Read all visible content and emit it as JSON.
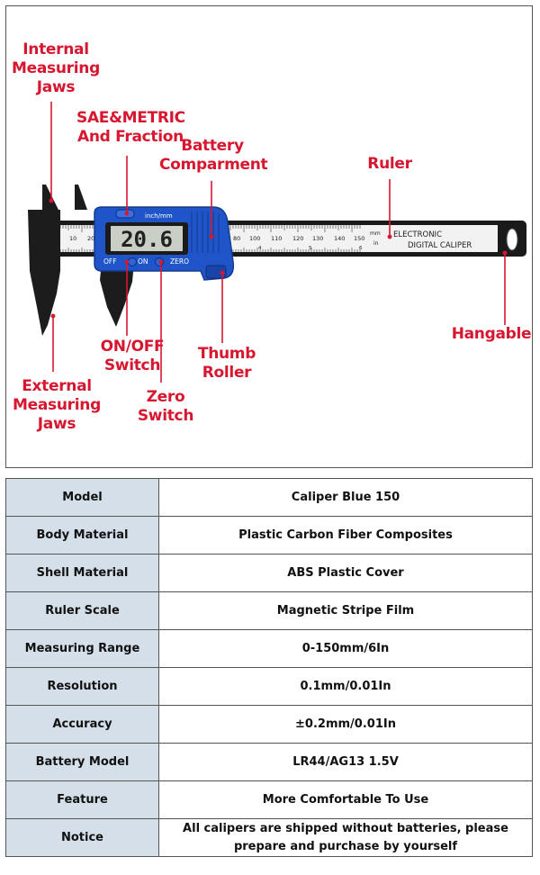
{
  "labels": {
    "internal_jaws": "Internal\nMeasuring\nJaws",
    "sae_metric": "SAE&METRIC\nAnd Fraction",
    "battery": "Battery\nComparment",
    "ruler": "Ruler",
    "hangable": "Hangable",
    "on_off": "ON/OFF\nSwitch",
    "thumb_roller": "Thumb\nRoller",
    "zero_switch": "Zero\nSwitch",
    "external_jaws": "External\nMeasuring\nJaws"
  },
  "caliper": {
    "display_reading": "20.6",
    "unit_button": "inch/mm",
    "off_label": "OFF",
    "on_label": "ON",
    "zero_label": "ZERO",
    "brand_line1": "ELECTRONIC",
    "brand_line2": "DIGITAL CALIPER",
    "mm_label": "mm",
    "in_label": "in",
    "scale_mm": [
      "10",
      "20",
      "80",
      "100",
      "110",
      "120",
      "130",
      "140",
      "150"
    ],
    "scale_in": [
      "4",
      "5",
      "6"
    ]
  },
  "colors": {
    "callout": "#d7172f",
    "body_blue": "#1f55c8",
    "key_cell": "#d4dfe9"
  },
  "specs": [
    {
      "key": "Model",
      "value": "Caliper Blue 150"
    },
    {
      "key": "Body Material",
      "value": "Plastic Carbon Fiber Composites"
    },
    {
      "key": "Shell Material",
      "value": "ABS Plastic Cover"
    },
    {
      "key": "Ruler Scale",
      "value": "Magnetic Stripe Film"
    },
    {
      "key": "Measuring Range",
      "value": "0-150mm/6In"
    },
    {
      "key": "Resolution",
      "value": "0.1mm/0.01In"
    },
    {
      "key": "Accuracy",
      "value": "±0.2mm/0.01In"
    },
    {
      "key": "Battery Model",
      "value": "LR44/AG13 1.5V"
    },
    {
      "key": "Feature",
      "value": "More Comfortable To Use"
    },
    {
      "key": "Notice",
      "value": "All calipers are shipped without batteries, please prepare and purchase by yourself"
    }
  ]
}
